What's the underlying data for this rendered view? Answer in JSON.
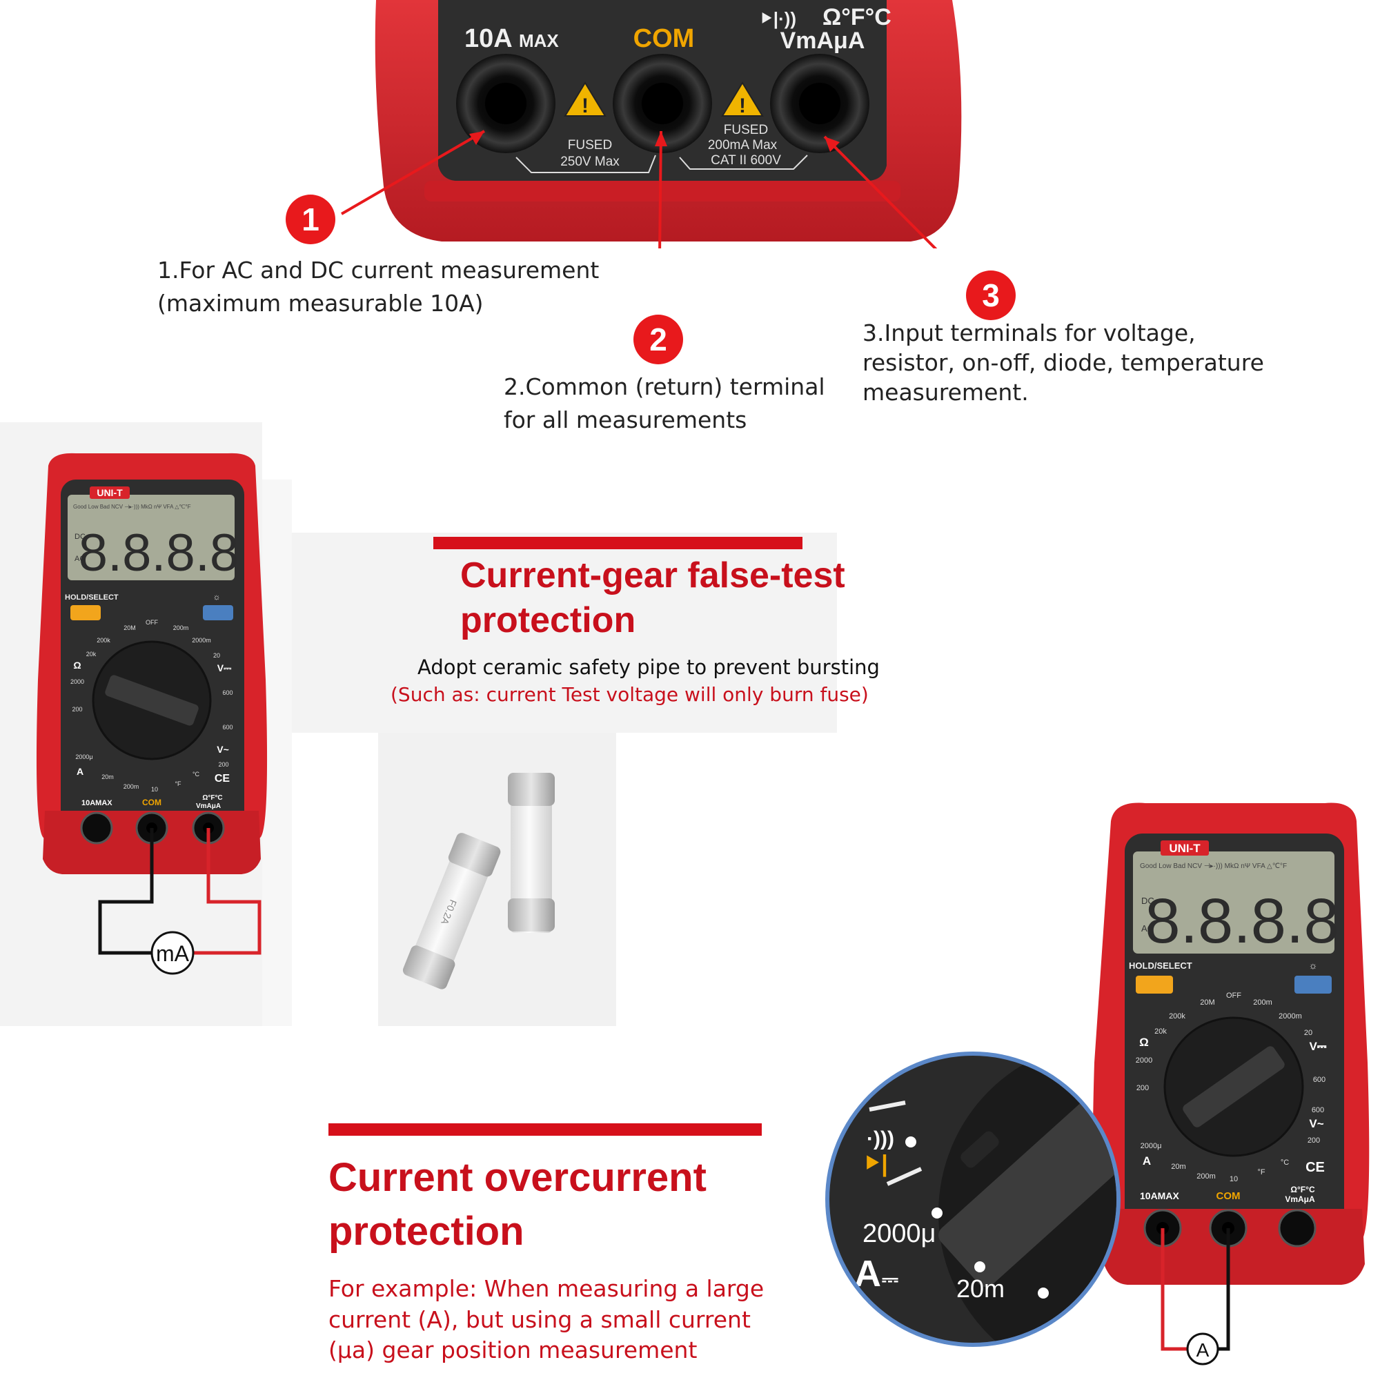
{
  "top_panel": {
    "jack_labels": {
      "left": "10A",
      "left_sub": "MAX",
      "center": "COM",
      "right_line1": "Ω°F°C",
      "right_line2": "VmAμA"
    },
    "fused_left": [
      "FUSED",
      "250V Max"
    ],
    "fused_right": [
      "FUSED",
      "200mA Max",
      "CAT II 600V"
    ],
    "callouts": [
      {
        "number": "1",
        "text_lines": [
          "1.For AC and DC current measurement",
          "(maximum measurable 10A)"
        ]
      },
      {
        "number": "2",
        "text_lines": [
          "2.Common (return) terminal",
          "for all measurements"
        ]
      },
      {
        "number": "3",
        "text_lines": [
          "3.Input terminals for voltage,",
          "resistor, on-off, diode, temperature",
          "measurement."
        ]
      }
    ]
  },
  "section_false_test": {
    "heading_lines": [
      "Current-gear false-test",
      "protection"
    ],
    "subtitle": "Adopt ceramic safety pipe to prevent bursting",
    "note": "(Such as: current Test voltage will only burn fuse)"
  },
  "section_overcurrent": {
    "heading_lines": [
      "Current overcurrent",
      "protection"
    ],
    "body_lines": [
      "For example: When measuring a large",
      "current (A), but using a small current",
      "(μa) gear position measurement"
    ]
  },
  "meter": {
    "brand": "UNI-T",
    "display_digits": "8.8.8.8",
    "lcd_top": "Good Low Bad NCV ⊣▸·))) MkΩ nΨ VFA △℃°F",
    "lcd_dc": "DC",
    "lcd_ac": "AC",
    "hold_label": "HOLD/SELECT",
    "dial_marks": [
      "OFF",
      "20M",
      "200k",
      "20k",
      "Ω",
      "2000",
      "200",
      "2000μ",
      "A",
      "20m",
      "200m",
      "10",
      "°F",
      "°C",
      "V~",
      "200",
      "600",
      "V⎓",
      "20",
      "2000m",
      "200m",
      "600"
    ],
    "jack_left": "10AMAX",
    "jack_com": "COM",
    "jack_right_1": "Ω°F°C",
    "jack_right_2": "VmAμA",
    "ce": "CE"
  },
  "circuit_left_label": "mA",
  "circuit_right_label": "A",
  "zoom": {
    "label_2000u": "2000μ",
    "label_A": "A",
    "label_20m": "20m"
  },
  "fuse_print": "F0.2A",
  "colors": {
    "meter_red": "#d8232a",
    "panel_dark": "#2e2e2e",
    "com_yellow": "#f0a500",
    "heading_red": "#c8101c",
    "hold_button": "#f2a51c",
    "light_button": "#4a7fc0"
  }
}
